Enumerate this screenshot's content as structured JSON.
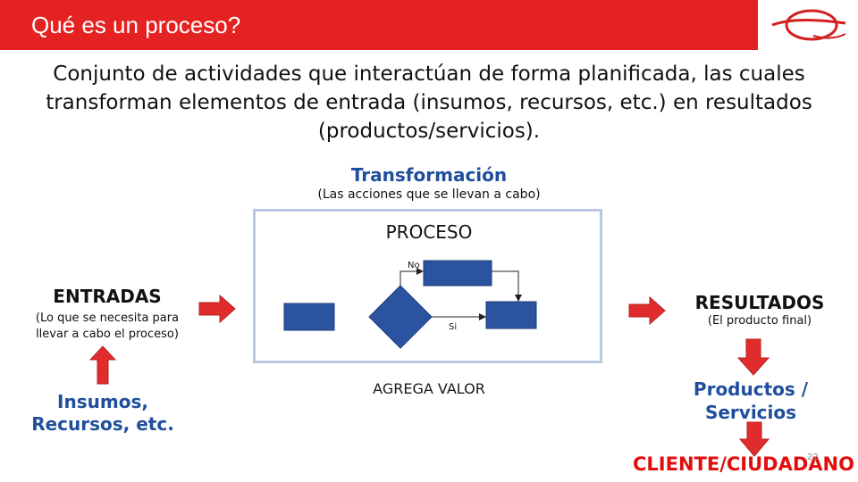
{
  "header": {
    "title": "Qué es un proceso?"
  },
  "definition": "Conjunto de actividades que interactúan de forma planificada, las cuales transforman elementos de entrada (insumos, recursos, etc.) en resultados (productos/servicios).",
  "transformation": {
    "title": "Transformación",
    "subtitle": "(Las acciones que se llevan a cabo)"
  },
  "process": {
    "title": "PROCESO",
    "no_label": "No",
    "si_label": "Si",
    "value_label": "AGREGA VALOR"
  },
  "inputs": {
    "title": "ENTRADAS",
    "subtitle": "(Lo que se necesita para llevar a cabo el proceso)",
    "examples": "Insumos, Recursos, etc."
  },
  "outputs": {
    "title": "RESULTADOS",
    "subtitle": "(El producto final)",
    "examples": "Productos / Servicios",
    "customer": "CLIENTE/CIUDADANO"
  },
  "page_number": "22",
  "colors": {
    "header_red": "#e52222",
    "arrow_red": "#e02c2c",
    "blue_text": "#1f4e9d",
    "flow_blue": "#2b54a0",
    "box_border": "#b7c9e3"
  }
}
